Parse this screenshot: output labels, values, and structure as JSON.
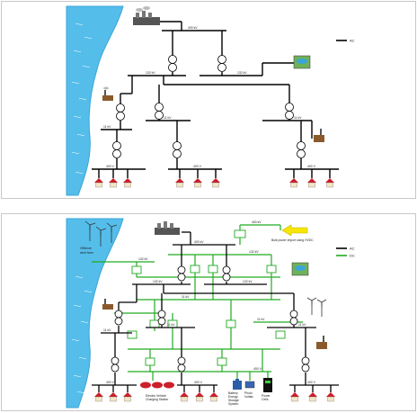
{
  "colors": {
    "ac": "#000000",
    "dc": "#22aa22",
    "sea": "#55bdea",
    "sea_edge": "#3aa5d8",
    "house_roof": "#cc1f2a",
    "bulk_arrow": "#f6e600"
  },
  "top": {
    "legend": {
      "ac": "AC"
    },
    "bus_labels": {
      "b400": "400 kV",
      "b132_left": "132 kV",
      "b132_right": "132 kV",
      "b11_left": "11 kV",
      "b11_mid": "11 kV",
      "b11_right": "11 kV",
      "lv_left": "400 V",
      "lv_mid": "400 V",
      "lv_right": "400 V"
    }
  },
  "bottom": {
    "legend": {
      "ac": "AC",
      "dc": "DC"
    },
    "offshore_label": [
      "Offshore",
      "wind farm"
    ],
    "bulk_label": "Bulk power import using HVDC",
    "bus_labels": {
      "b400": "400 kV",
      "b400_dc": "400 kV",
      "b132_left": "132 kV",
      "b132_right": "132 kV",
      "b132_dc_left": "132 kV",
      "b132_dc_right": "132 kV",
      "b11_left": "11 kV",
      "b11_mid": "11 kV",
      "b11_right": "11 kV",
      "b11_dc_left": "11 kV",
      "b11_dc_right": "11 kV",
      "lv_left": "400 V",
      "lv_mid": "400 V",
      "lv_right": "400 V",
      "lv_dc": "400 V"
    },
    "device_labels": {
      "ev": [
        "Electric Vehicle",
        "Charging Station"
      ],
      "battery": [
        "Battery",
        "Energy",
        "Storage",
        "System"
      ],
      "pv": [
        "Photo",
        "Voltaic"
      ],
      "fuel": [
        "Power",
        "Cells"
      ]
    }
  }
}
